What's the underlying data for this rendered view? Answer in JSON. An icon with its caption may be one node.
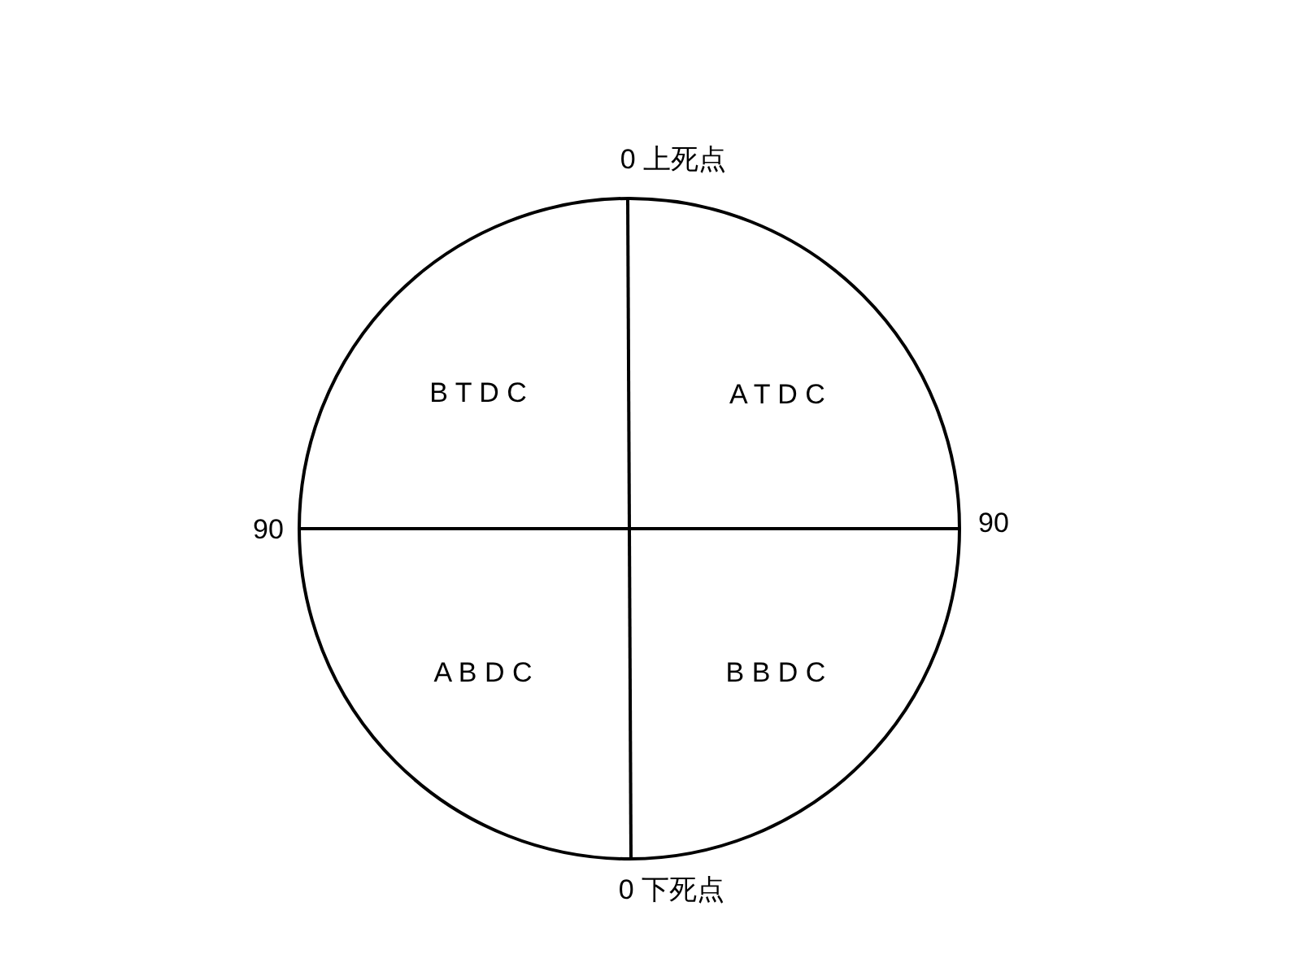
{
  "diagram": {
    "nodes": [
      {
        "text": [
          "B T D C",
          "A T D C",
          "A B D C",
          "B B D C"
        ]
      }
    ],
    "labels": [
      "0 上死点",
      "90",
      "90",
      "0 下死点"
    ]
  }
}
